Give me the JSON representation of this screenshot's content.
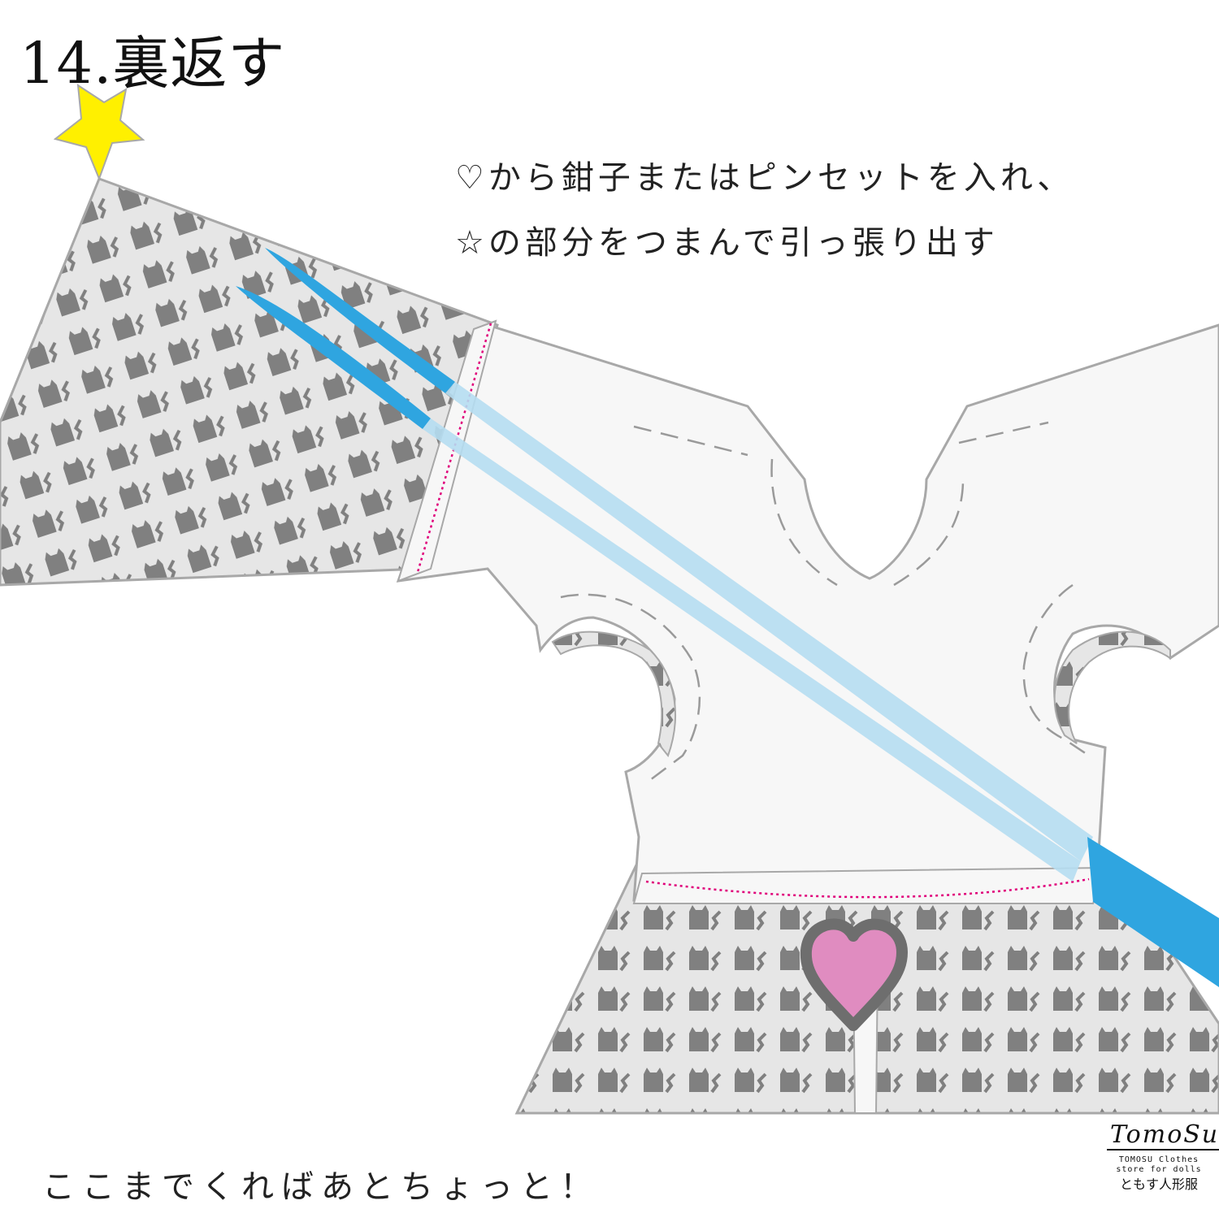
{
  "title": "14.裏返す",
  "instructions": {
    "line1": "♡から鉗子またはピンセットを入れ、",
    "line2": "☆の部分をつまんで引っ張り出す"
  },
  "footer": "ここまでくればあとちょっと！",
  "logo": {
    "mark": "TomoSu",
    "line1": "TOMOSU Clothes",
    "line2": "store for dolls",
    "line3": "ともす人形服"
  },
  "icons": {
    "star": "star-marker-icon",
    "heart": "heart-marker-icon",
    "tweezers": "tweezers-icon"
  },
  "colors": {
    "star": "#FFF000",
    "heart_fill": "#E08CC0",
    "heart_outline": "#6E6E6E",
    "tweezers": "#2FA5E0",
    "tweezers_through": "#B5DDF1",
    "stitch": "#E0007A",
    "fabric_back": "#F7F7F7",
    "fabric_print_bg": "#E6E6E6",
    "fabric_print_motif": "#808080"
  }
}
